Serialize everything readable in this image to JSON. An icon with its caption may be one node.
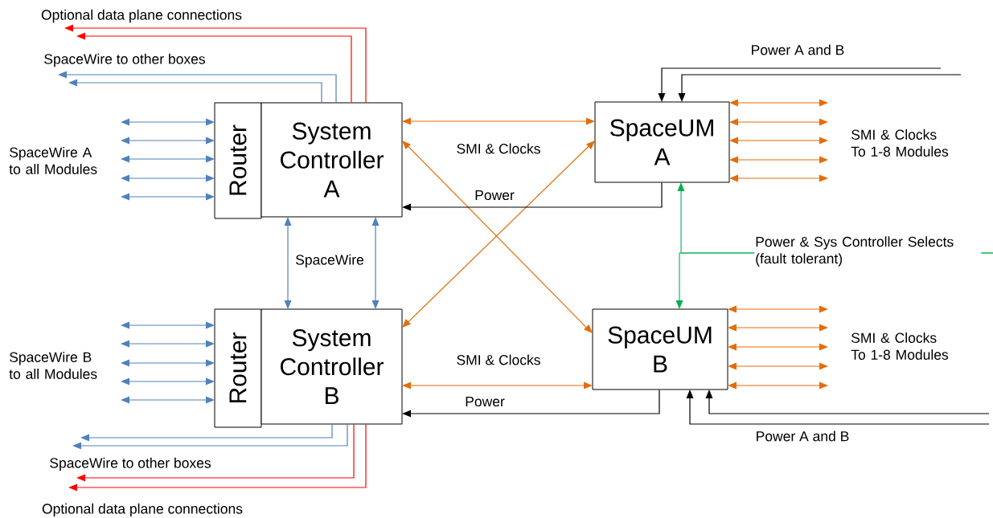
{
  "diagram": {
    "nodes": [
      {
        "text": [
          "Router"
        ]
      },
      {
        "text": [
          "System Controller A"
        ]
      },
      {
        "text": [
          "SpaceUM A"
        ]
      },
      {
        "text": [
          "Router"
        ]
      },
      {
        "text": [
          "System Controller B"
        ]
      },
      {
        "text": [
          "SpaceUM B"
        ]
      }
    ],
    "edges": [
      {
        "from": null,
        "to": 0,
        "arrow": "both",
        "color": "#4f81bd"
      },
      {
        "from": null,
        "to": 0,
        "arrow": "both",
        "color": "#4f81bd"
      },
      {
        "from": null,
        "to": 0,
        "arrow": "both",
        "color": "#4f81bd"
      },
      {
        "from": null,
        "to": 0,
        "arrow": "both",
        "color": "#4f81bd"
      },
      {
        "from": null,
        "to": 0,
        "arrow": "both",
        "color": "#4f81bd"
      },
      {
        "from": 1,
        "to": null,
        "arrow": "to",
        "color": "#ff0000",
        "label": "Optional data plane connections"
      },
      {
        "from": 1,
        "to": null,
        "arrow": "to",
        "color": "#ff0000"
      },
      {
        "from": 1,
        "to": null,
        "arrow": "to",
        "color": "#4f81bd",
        "label": "SpaceWire to other boxes"
      },
      {
        "from": 1,
        "to": null,
        "arrow": "to",
        "color": "#4f81bd"
      },
      {
        "from": 1,
        "to": 2,
        "arrow": "both",
        "color": "#e46c0a",
        "label": "SMI & Clocks"
      },
      {
        "from": 1,
        "to": 5,
        "arrow": "both",
        "color": "#e46c0a"
      },
      {
        "from": 4,
        "to": 2,
        "arrow": "both",
        "color": "#e46c0a"
      },
      {
        "from": 4,
        "to": 5,
        "arrow": "both",
        "color": "#e46c0a",
        "label": "SMI & Clocks"
      },
      {
        "from": 2,
        "to": 1,
        "arrow": "to",
        "color": "#000000",
        "label": "Power"
      },
      {
        "from": 5,
        "to": 4,
        "arrow": "to",
        "color": "#000000",
        "label": "Power"
      },
      {
        "from": 1,
        "to": 4,
        "arrow": "both",
        "color": "#4f81bd",
        "label": "SpaceWire"
      },
      {
        "from": 1,
        "to": 4,
        "arrow": "both",
        "color": "#4f81bd"
      },
      {
        "from": 2,
        "to": null,
        "arrow": "both",
        "color": "#e46c0a"
      },
      {
        "from": 2,
        "to": null,
        "arrow": "both",
        "color": "#e46c0a"
      },
      {
        "from": 2,
        "to": null,
        "arrow": "both",
        "color": "#e46c0a"
      },
      {
        "from": 2,
        "to": null,
        "arrow": "both",
        "color": "#e46c0a"
      },
      {
        "from": 2,
        "to": null,
        "arrow": "both",
        "color": "#e46c0a"
      },
      {
        "from": null,
        "to": 2,
        "arrow": "to",
        "color": "#000000",
        "label": "Power A and B"
      },
      {
        "from": null,
        "to": 2,
        "arrow": "to",
        "color": "#000000"
      },
      {
        "from": null,
        "to": 2,
        "arrow": "to",
        "color": "#00b050",
        "label": "Power & Sys Controller Selects (fault tolerant)"
      },
      {
        "from": null,
        "to": 5,
        "arrow": "to",
        "color": "#00b050"
      },
      {
        "from": 5,
        "to": null,
        "arrow": "both",
        "color": "#e46c0a"
      },
      {
        "from": 5,
        "to": null,
        "arrow": "both",
        "color": "#e46c0a"
      },
      {
        "from": 5,
        "to": null,
        "arrow": "both",
        "color": "#e46c0a"
      },
      {
        "from": 5,
        "to": null,
        "arrow": "both",
        "color": "#e46c0a"
      },
      {
        "from": 5,
        "to": null,
        "arrow": "both",
        "color": "#e46c0a"
      },
      {
        "from": null,
        "to": 5,
        "arrow": "to",
        "color": "#000000",
        "label": "Power A and B"
      },
      {
        "from": null,
        "to": 5,
        "arrow": "to",
        "color": "#000000"
      },
      {
        "from": 4,
        "to": null,
        "arrow": "to",
        "color": "#4f81bd"
      },
      {
        "from": 4,
        "to": null,
        "arrow": "to",
        "color": "#4f81bd",
        "label": "SpaceWire to other boxes"
      },
      {
        "from": 4,
        "to": null,
        "arrow": "to",
        "color": "#ff0000"
      },
      {
        "from": 4,
        "to": null,
        "arrow": "to",
        "color": "#ff0000",
        "label": "Optional data plane connections"
      },
      {
        "from": null,
        "to": 3,
        "arrow": "both",
        "color": "#4f81bd"
      },
      {
        "from": null,
        "to": 3,
        "arrow": "both",
        "color": "#4f81bd"
      },
      {
        "from": null,
        "to": 3,
        "arrow": "both",
        "color": "#4f81bd"
      },
      {
        "from": null,
        "to": 3,
        "arrow": "both",
        "color": "#4f81bd"
      },
      {
        "from": null,
        "to": 3,
        "arrow": "both",
        "color": "#4f81bd"
      }
    ],
    "labels": [
      "SpaceWire A to all Modules",
      "SMI & Clocks To 1-8 Modules",
      "SMI & Clocks To 1-8 Modules",
      "SpaceWire B to all Modules"
    ]
  }
}
